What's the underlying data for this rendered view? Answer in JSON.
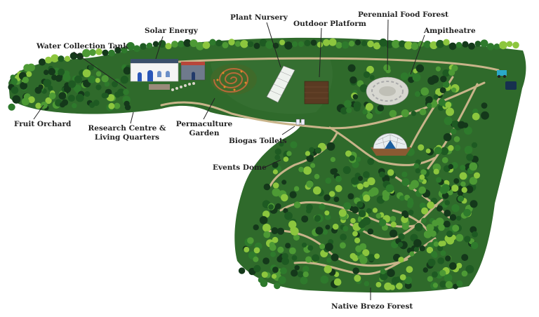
{
  "map": {
    "labels": {
      "solar_energy": "Solar Energy",
      "plant_nursery": "Plant Nursery",
      "outdoor_platform": "Outdoor Platform",
      "perennial_food_forest": "Perennial Food Forest",
      "ampitheatre": "Ampitheatre",
      "water_collection_tank": "Water Collection Tank",
      "fruit_orchard": "Fruit Orchard",
      "research_centre_line1": "Research Centre &",
      "research_centre_line2": "Living Quarters",
      "permaculture_line1": "Permaculture",
      "permaculture_line2": "Garden",
      "biogas_toilets": "Biogas Toilets",
      "events_dome": "Events Dome",
      "native_brezo_forest": "Native Brezo Forest"
    },
    "colors": {
      "land": "#2f6a2b",
      "land_dark": "#1f4a1c",
      "path": "#c9b48a",
      "tree_dark": "#14381a",
      "tree_mid": "#2e7a2c",
      "tree_light": "#8cc63e",
      "platform": "#5a3a22",
      "dome": "#e8eef0",
      "water_blue": "#1b5e9e"
    }
  }
}
